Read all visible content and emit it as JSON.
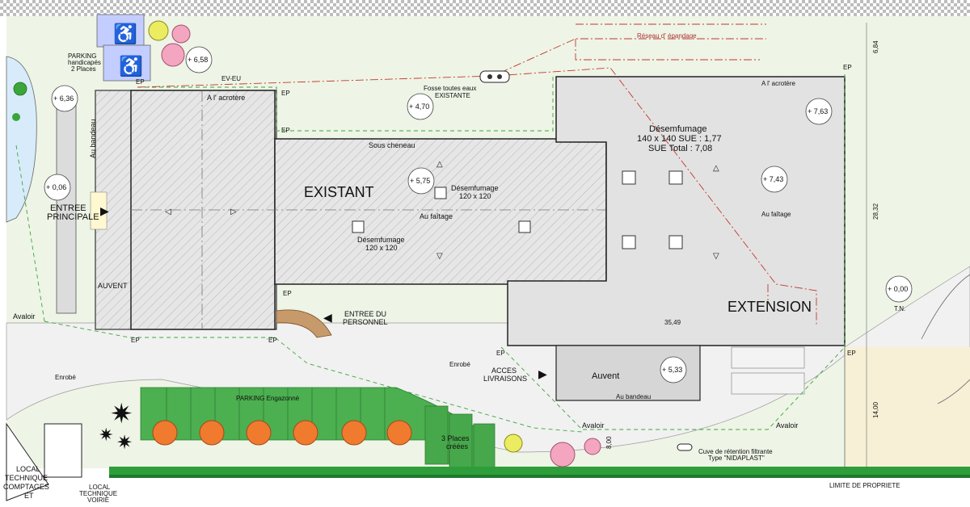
{
  "colors": {
    "background": "#ffffff",
    "grass": "#e8f0e0",
    "road": "#ebebeb",
    "building_existing": "#e6e6e6",
    "building_extension": "#e0e0e0",
    "parking_green": "#4caf50",
    "hatch": "#9a9a9a",
    "dash_green": "#3aa63a",
    "dash_red": "#c0392b",
    "handicap_blue": "#b8c6ff",
    "tree_orange": "#f07a2e",
    "tree_pink": "#f4a6c0",
    "tree_yellow": "#ecec60",
    "hedge": "#2e9e3a",
    "pond": "#cfe8ff"
  },
  "labels": {
    "existant": "EXISTANT",
    "extension": "EXTENSION",
    "parking_handicap": [
      "PARKING",
      "handicapés",
      "2 Places"
    ],
    "ev_eu": "EV-EU",
    "acrotere_1": "A l' acrotère",
    "acrotere_2": "A l' acrotère",
    "fosse": [
      "Fosse toutes eaux",
      "EXISTANTE"
    ],
    "reseau": "Réseau d' épandage",
    "sous_cheneau": "Sous cheneau",
    "desenfumage_ext": [
      "Désemfumage",
      "140 x 140 SUE : 1,77",
      "SUE Total : 7,08"
    ],
    "desenfumage_1": [
      "Désemfumage",
      "120 x 120"
    ],
    "desenfumage_2": [
      "Désemfumage",
      "120 x 120"
    ],
    "au_faitage_1": "Au faîtage",
    "au_faitage_2": "Au faîtage",
    "au_bandeau_v": "Au bandeau",
    "au_bandeau_h": "Au bandeau",
    "entree_principale": [
      "ENTREE",
      "PRINCIPALE"
    ],
    "auvent_left": "AUVENT",
    "auvent_bottom": "Auvent",
    "entree_personnel": [
      "ENTREE DU",
      "PERSONNEL"
    ],
    "acces_livraisons": [
      "ACCES",
      "LIVRAISONS"
    ],
    "enrobe_1": "Enrobé",
    "enrobe_2": "Enrobé",
    "avaloir": "Avaloir",
    "parking_engazonne": "PARKING Engazonné",
    "places_creees": [
      "3 Places",
      "créées"
    ],
    "cuve": [
      "Cuve de rétention filtrante",
      "Type \"NIDAPLAST\""
    ],
    "limite": "LIMITE DE PROPRIETE",
    "tn": "T.N.",
    "local_comptages": [
      "LOCAL",
      "TECHNIQUE",
      "COMPTAGES",
      "ET"
    ],
    "local_technique": [
      "LOCAL",
      "TECHNIQUE",
      "VOIRIE"
    ],
    "ep": "EP",
    "dim_35_49": "35,49",
    "dim_28_32": "28,32",
    "dim_6_84": "6,84",
    "dim_14_00": "14,00",
    "dim_8_00": "8,00"
  },
  "levels": {
    "l_6_58": "+ 6,58",
    "l_6_36": "+ 6,36",
    "l_4_70": "+ 4,70",
    "l_7_63": "+ 7,63",
    "l_5_75": "+ 5,75",
    "l_7_43": "+ 7,43",
    "l_0_06": "+ 0,06",
    "l_0_00": "+ 0,00",
    "l_5_33": "+ 5,33"
  }
}
